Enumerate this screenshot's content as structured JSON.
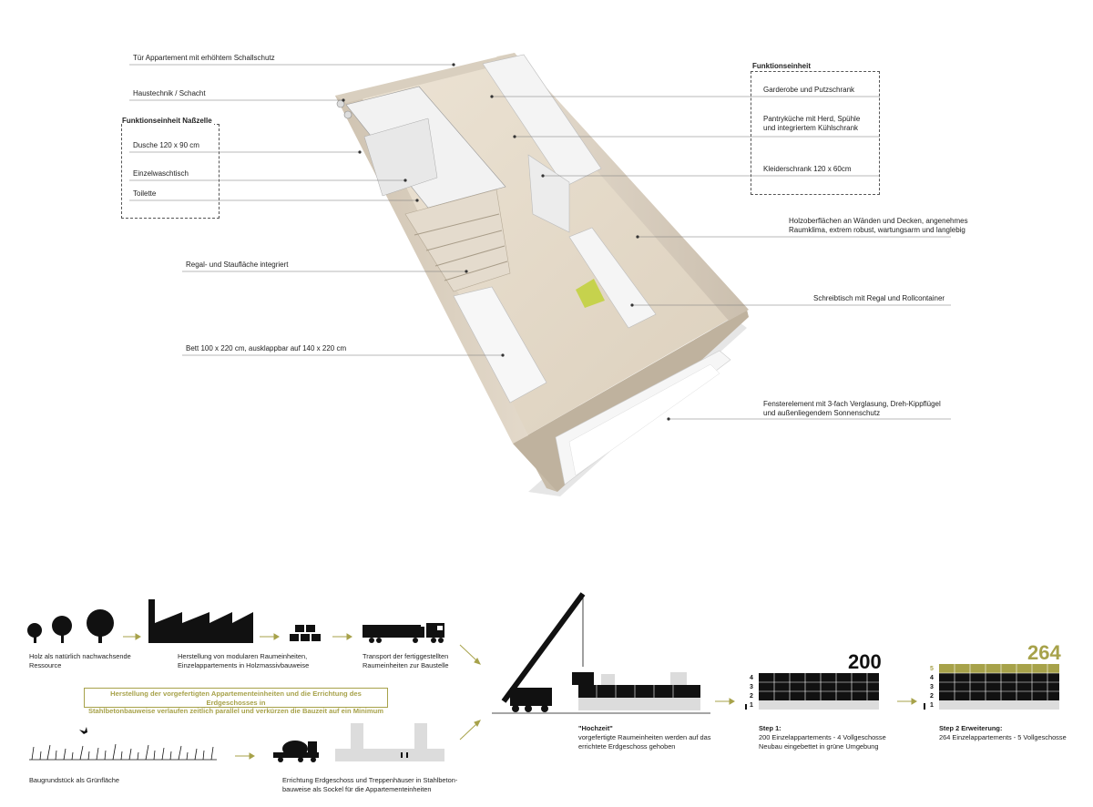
{
  "room_labels": {
    "door": "Tür Appartement mit erhöhtem Schallschutz",
    "shaft": "Haustechnik / Schacht",
    "wet_cell_title": "Funktionseinheit Naßzelle",
    "shower": "Dusche 120 x 90 cm",
    "washbasin": "Einzelwaschtisch",
    "toilet": "Toilette",
    "shelf": "Regal- und Staufläche integriert",
    "bed": "Bett 100 x 220 cm, ausklappbar auf 140 x 220 cm",
    "function_title": "Funktionseinheit",
    "wardrobe": "Garderobe und Putzschrank",
    "kitchen_line1": "Pantryküche mit Herd, Spühle",
    "kitchen_line2": "und integriertem Kühlschrank",
    "closet": "Kleiderschrank 120 x 60cm",
    "wood_line1": "Holzoberflächen an Wänden und Decken, angenehmes",
    "wood_line2": "Raumklima, extrem robust, wartungsarm und langlebig",
    "desk": "Schreibtisch mit Regal und Rollcontainer",
    "window_line1": "Fensterelement mit 3-fach Verglasung, Dreh-Kippflügel",
    "window_line2": "und außenliegendem Sonnenschutz"
  },
  "process": {
    "wood_line1": "Holz als natürlich nachwachsende",
    "wood_line2": "Ressource",
    "factory_line1": "Herstellung von modularen Raumeinheiten,",
    "factory_line2": "Einzelappartements in Holzmassivbauweise",
    "transport_line1": "Transport der fertiggestellten",
    "transport_line2": "Raumeinheiten zur Baustelle",
    "parallel_line1": "Herstellung der vorgefertigten Appartementeinheiten und die Errichtung des Erdgeschosses in",
    "parallel_line2": "Stahlbetonbauweise verlaufen zeitlich parallel und verkürzen die Bauzeit auf ein Minimum",
    "site_label": "Baugrundstück als Grünfläche",
    "ground_line1": "Errichtung Erdgeschoss und Treppenhäuser in Stahlbeton-",
    "ground_line2": "bauweise als Sockel für die Appartementeinheiten",
    "wedding_title": "\"Hochzeit\"",
    "wedding_line1": "vorgefertigte Raumeinheiten werden auf das",
    "wedding_line2": "errichtete Erdgeschoss gehoben",
    "step1_title": "Step 1:",
    "step1_line1": "200 Einzelappartements - 4 Vollgeschosse",
    "step1_line2": "Neubau eingebettet in grüne Umgebung",
    "step1_count": "200",
    "step2_title": "Step 2 Erweiterung:",
    "step2_line1": "264 Einzelappartements - 5 Vollgeschosse",
    "step2_count": "264",
    "floors_step1": [
      "4",
      "3",
      "2",
      "1"
    ],
    "floors_step2": [
      "5",
      "4",
      "3",
      "2",
      "1"
    ]
  },
  "colors": {
    "accent": "#a7a24a",
    "wood": "#d8cdbd",
    "black": "#111111",
    "grey": "#d6d6d6"
  }
}
